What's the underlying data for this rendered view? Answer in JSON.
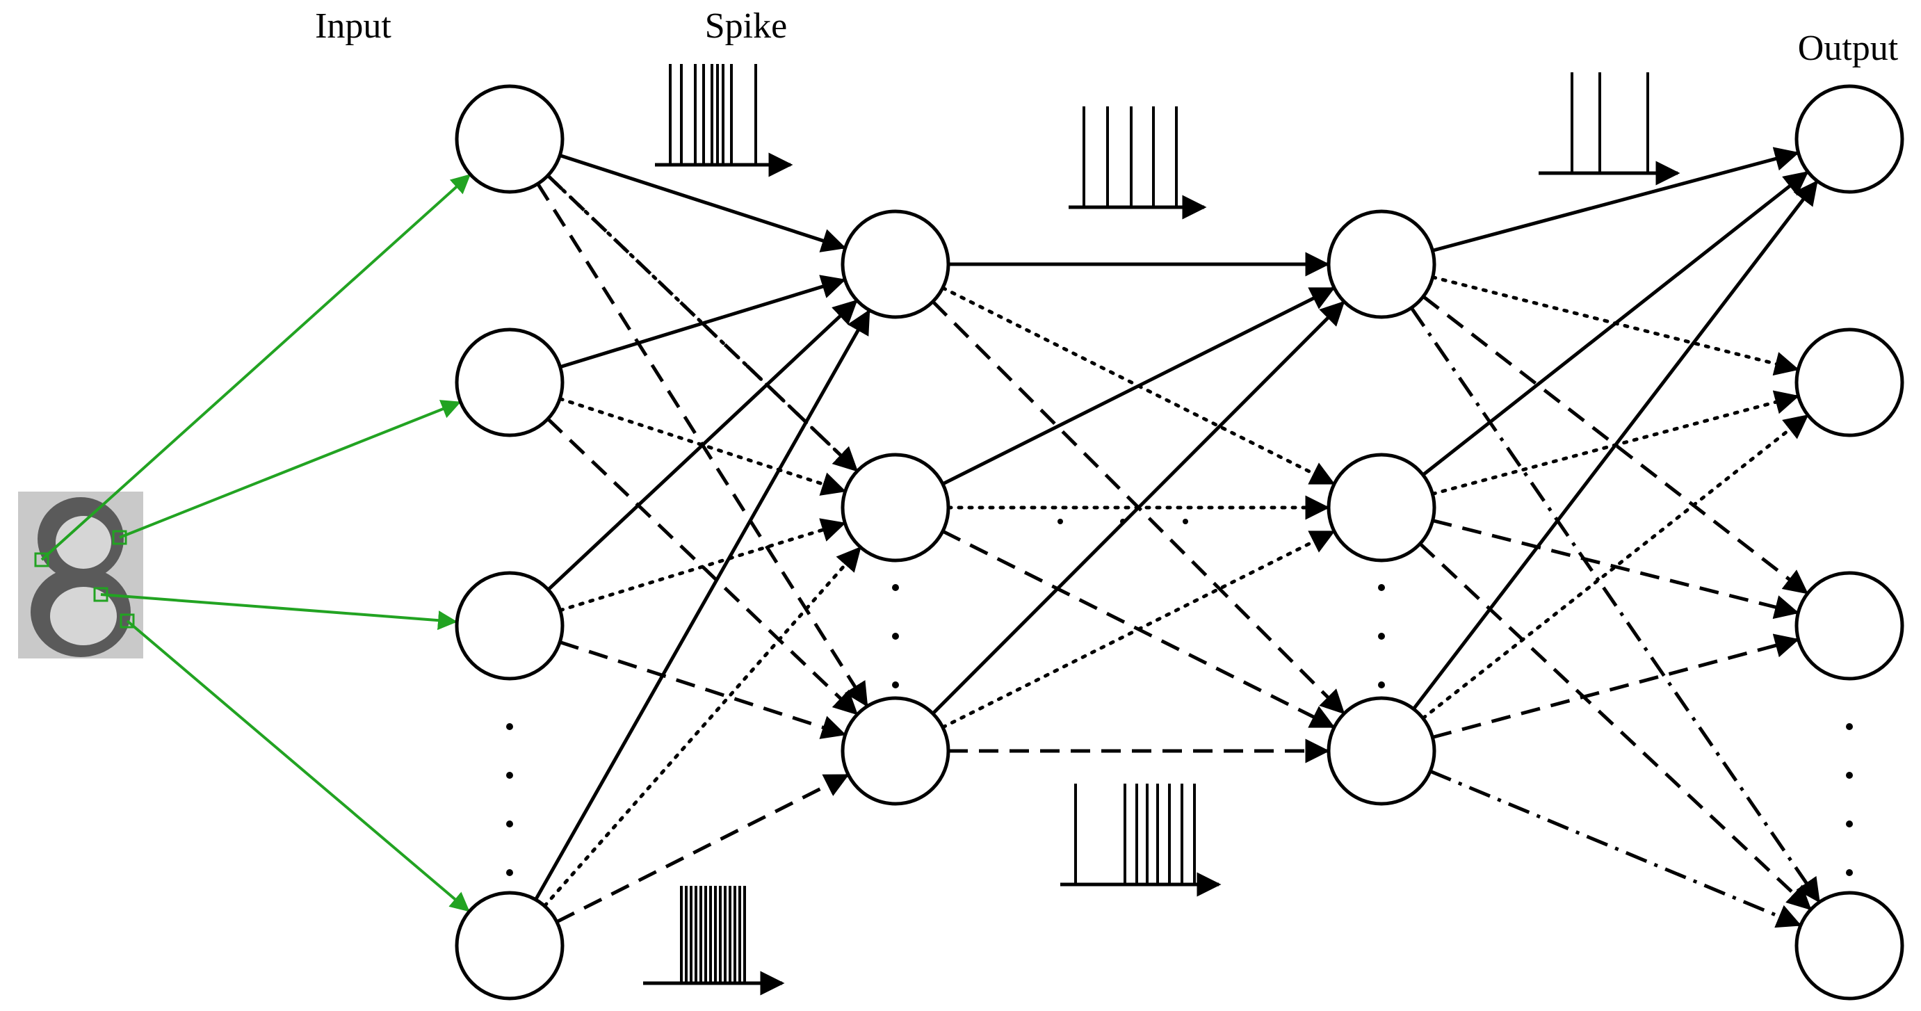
{
  "labels": {
    "input": "Input",
    "spike": "Spike",
    "output": "Output"
  },
  "colors": {
    "stroke": "#000000",
    "input_connection": "#22a322",
    "digit_dark": "#4a4a4a",
    "digit_light": "#cfcfcf"
  },
  "input_image": {
    "digit": "8"
  },
  "layers": [
    {
      "name": "input-layer",
      "visible_neurons": 4,
      "ellipsis": true
    },
    {
      "name": "hidden-layer-1",
      "visible_neurons": 3,
      "ellipsis": true
    },
    {
      "name": "hidden-layer-2",
      "visible_neurons": 3,
      "ellipsis": true
    },
    {
      "name": "output-layer",
      "visible_neurons": 4,
      "ellipsis": true
    }
  ],
  "line_styles": [
    "solid",
    "dashed",
    "dotted",
    "dash-dot"
  ],
  "spike_trains": [
    {
      "name": "spike-train-1",
      "spikes": 9
    },
    {
      "name": "spike-train-2",
      "spikes": 5
    },
    {
      "name": "spike-train-3",
      "spikes": 3
    },
    {
      "name": "spike-train-4",
      "spikes": 8
    },
    {
      "name": "spike-train-5",
      "spikes": 14
    }
  ]
}
